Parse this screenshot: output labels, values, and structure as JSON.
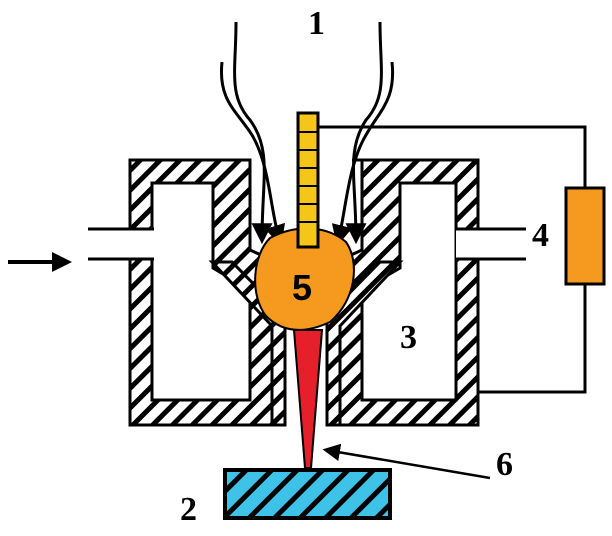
{
  "labels": {
    "n1": "1",
    "n2": "2",
    "n3": "3",
    "n4": "4",
    "n5": "5",
    "n6": "6"
  },
  "colors": {
    "housing_hatch": "#000000",
    "electrode": "#F5C518",
    "plasma": "#F59A1E",
    "jet": "#E5202A",
    "workpiece": "#3FC2E8",
    "power_supply": "#F59A1E",
    "line": "#000000"
  },
  "icons": {
    "inlet_arrow": "right-arrow-icon",
    "gas_flow": "gas-flow-arrow-icon"
  }
}
